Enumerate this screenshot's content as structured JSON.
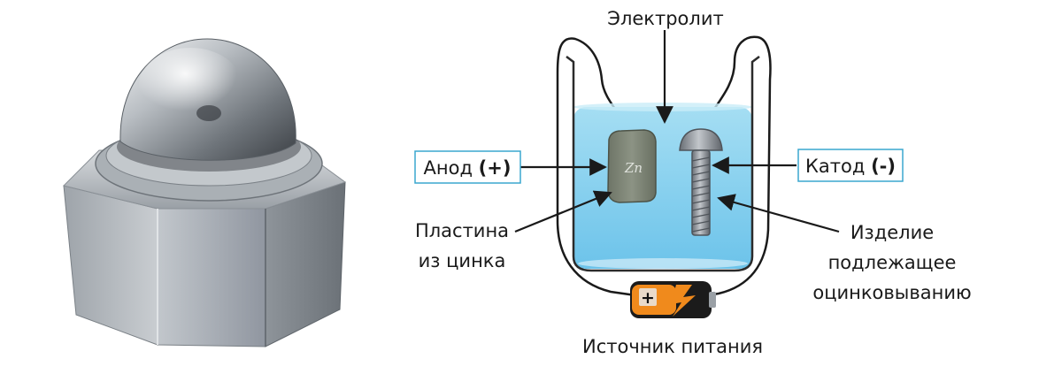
{
  "labels": {
    "electrolyte": "Электролит",
    "anode_text": "Анод",
    "anode_sign": "(+)",
    "cathode_text": "Катод",
    "cathode_sign": "(-)",
    "plate_line1": "Пластина",
    "plate_line2": "из цинка",
    "item_line1": "Изделие",
    "item_line2": "подлежащее",
    "item_line3": "оцинковыванию",
    "power": "Источник питания",
    "zinc_mark": "Zn",
    "battery_plus": "+"
  },
  "colors": {
    "electrolyte": "#8fd3ee",
    "label_box_border": "#3aa7cf",
    "zinc_plate": "#7e8577",
    "bolt": "#8a8f96",
    "battery_orange": "#f08a1c",
    "battery_black": "#1b1b1b"
  },
  "icons": {
    "nut": "cap-nut-photo",
    "battery": "battery-icon",
    "bolt": "bolt-icon",
    "plate": "zinc-plate-icon"
  }
}
